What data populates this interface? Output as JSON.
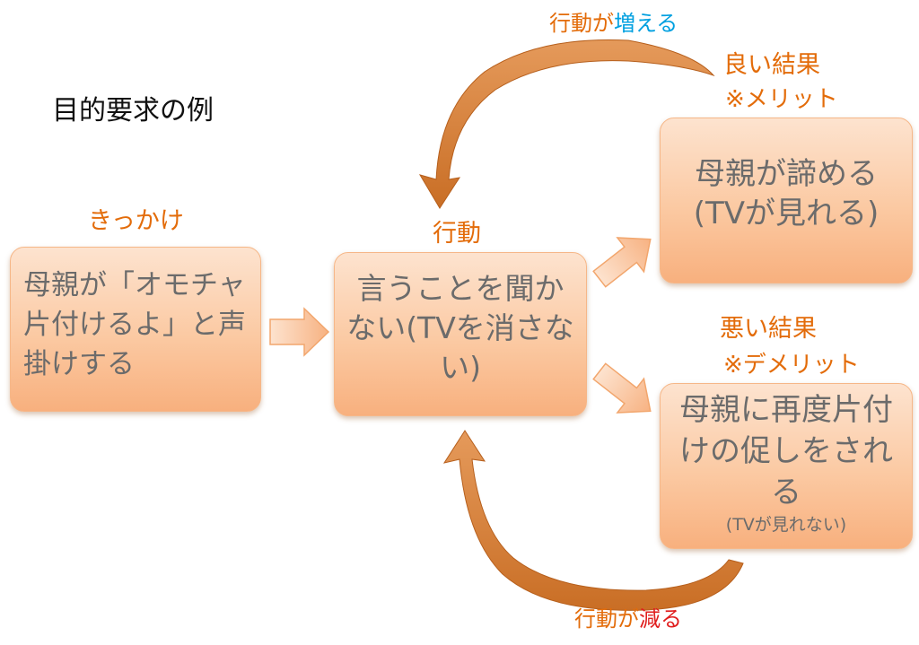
{
  "title": "目的要求の例",
  "trigger": {
    "label": "きっかけ",
    "text": "母親が「オモチャ片付けるよ」と声掛けする"
  },
  "action": {
    "label": "行動",
    "text": "言うことを聞かない(TVを消さない)"
  },
  "good": {
    "label": "良い結果",
    "note": "※メリット",
    "text": "母親が諦める(TVが見れる)"
  },
  "bad": {
    "label": "悪い結果",
    "note": "※デメリット",
    "text": "母親に再度片付けの促しをされる",
    "subtext": "(TVが見れない)"
  },
  "loop_top": {
    "prefix": "行動が",
    "emphasis": "増える",
    "emphasis_color": "#00a0e0"
  },
  "loop_bottom": {
    "prefix": "行動が",
    "emphasis": "減る",
    "emphasis_color": "#e01e1e"
  },
  "colors": {
    "accent": "#e36c0a",
    "arrow": "#d9823b",
    "box_text": "#6b6b6b"
  }
}
